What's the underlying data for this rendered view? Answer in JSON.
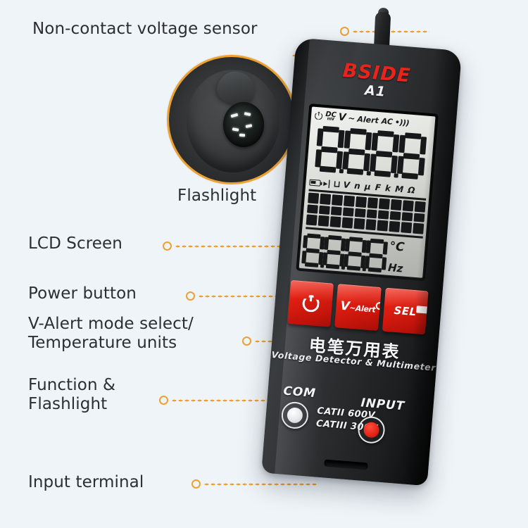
{
  "page": {
    "background_color": "#eff4f8",
    "accent_color": "#eda130",
    "brand_red": "#e8251c"
  },
  "callouts": [
    {
      "id": "non-contact-voltage-sensor",
      "label": "Non-contact voltage sensor"
    },
    {
      "id": "flashlight",
      "label": "Flashlight"
    },
    {
      "id": "lcd-screen",
      "label": "LCD Screen"
    },
    {
      "id": "power-button",
      "label": "Power button"
    },
    {
      "id": "v-alert-mode",
      "label": "V-Alert mode select/\nTemperature units"
    },
    {
      "id": "function-flashlight",
      "label": "Function &\nFlashlight"
    },
    {
      "id": "input-terminal",
      "label": "Input terminal"
    }
  ],
  "device": {
    "brand": "BSIDE",
    "model": "A1",
    "cn_title": "电笔万用表",
    "en_title": "Voltage Detector & Multimeter",
    "lcd": {
      "top_indicators": [
        "power-icon",
        "DC",
        "V",
        "~",
        "Alert",
        "AC",
        "~",
        "•)))"
      ],
      "dc_label": "DC",
      "dc_sub": "mV",
      "valert_label": "V",
      "tilde": "~",
      "alert_label": "Alert",
      "ac_label": "AC",
      "buzzer": "•)))",
      "main_reading": "8.8.8.8",
      "main_digits": [
        "8",
        "8",
        "8",
        "8"
      ],
      "unit_row": [
        "battery-icon",
        "diode-icon",
        "capacitor-icon",
        "V",
        "n",
        "µ",
        "F",
        "k",
        "M",
        "Ω"
      ],
      "unit_text": "V n µ F k M Ω",
      "bargraph_segments": 10,
      "sub_reading": "8.8.8.8",
      "sub_digits": [
        "8",
        "8",
        "8",
        "8"
      ],
      "sub_unit_top": "°C",
      "sub_unit_bottom": "Hz"
    },
    "buttons": [
      {
        "id": "power",
        "icon": "power-icon",
        "label": ""
      },
      {
        "id": "v-alert",
        "icon": "thermometer-icon",
        "label": "V",
        "sup": "~",
        "sub": "Alert"
      },
      {
        "id": "sel",
        "icon": "flashlight-icon",
        "label": "SEL"
      }
    ],
    "terminals": {
      "com_label": "COM",
      "input_label": "INPUT",
      "category_rating": "CATII 600V\nCATIII 300V"
    }
  }
}
